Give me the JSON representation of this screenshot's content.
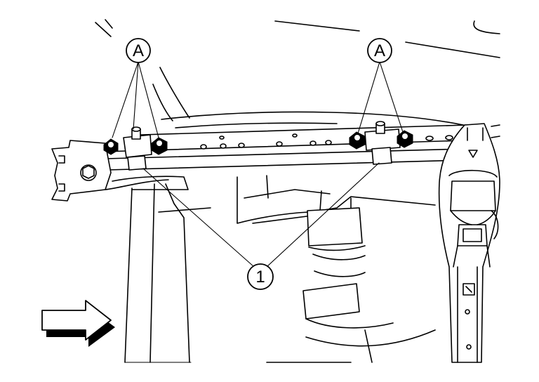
{
  "callouts": {
    "a_left": "A",
    "a_right": "A",
    "one": "1"
  },
  "colors": {
    "line": "#000000",
    "background": "#ffffff",
    "arrow_shadow": "#000000"
  },
  "icons": {
    "direction": "front-direction-arrow-icon"
  }
}
